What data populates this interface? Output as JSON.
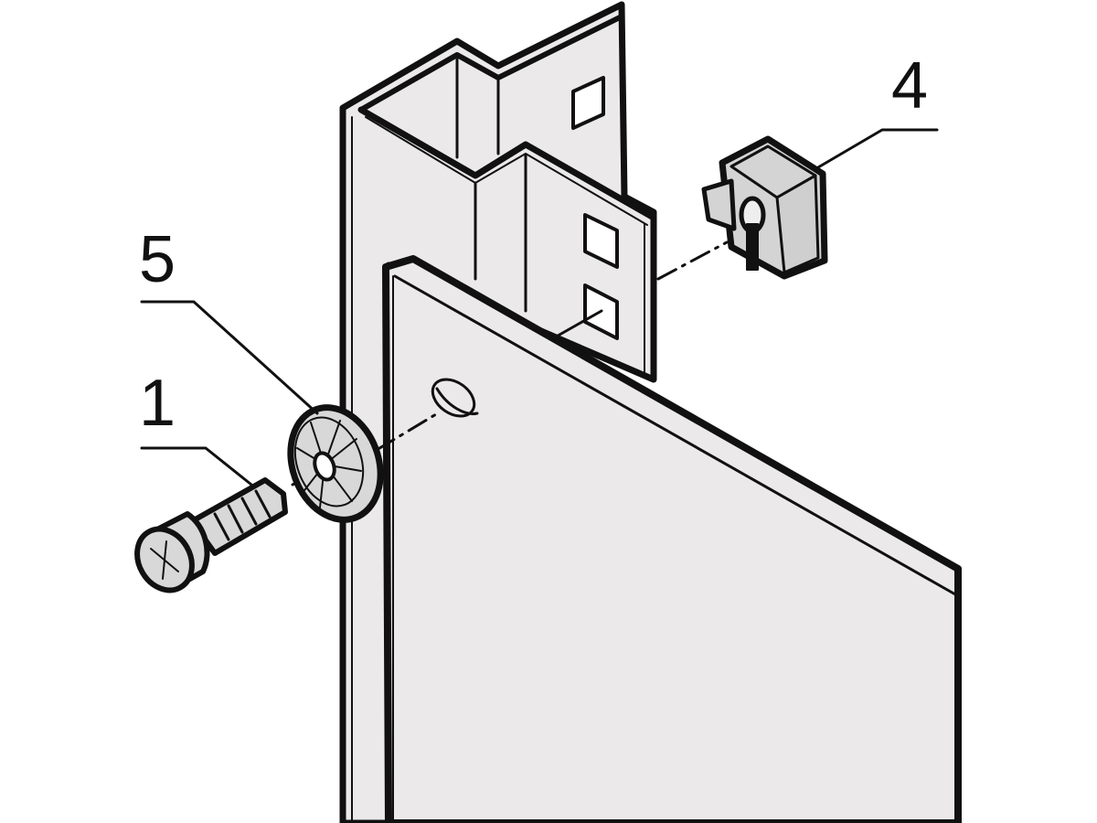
{
  "diagram": {
    "callouts": [
      {
        "id": "screw",
        "label": "1"
      },
      {
        "id": "washer",
        "label": "5"
      },
      {
        "id": "cage-nut",
        "label": "4"
      }
    ],
    "colors": {
      "line": "#111111",
      "panel": "#ebe9ea",
      "part": "#d4d4d4",
      "background": "#ffffff"
    }
  }
}
